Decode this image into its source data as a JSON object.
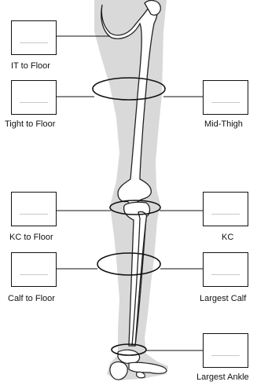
{
  "measurements": [
    {
      "id": "it-to-floor",
      "label": "IT to Floor"
    },
    {
      "id": "tight-to-floor",
      "label": "Tight to Floor"
    },
    {
      "id": "mid-thigh",
      "label": "Mid-Thigh"
    },
    {
      "id": "kc-to-floor",
      "label": "KC to Floor"
    },
    {
      "id": "kc",
      "label": "KC"
    },
    {
      "id": "calf-to-floor",
      "label": "Calf to Floor"
    },
    {
      "id": "largest-calf",
      "label": "Largest Calf"
    },
    {
      "id": "largest-ankle",
      "label": "Largest Ankle"
    }
  ],
  "colors": {
    "leg_silhouette": "#d9d9d9",
    "bone_outline": "#222222",
    "line": "#111111"
  }
}
